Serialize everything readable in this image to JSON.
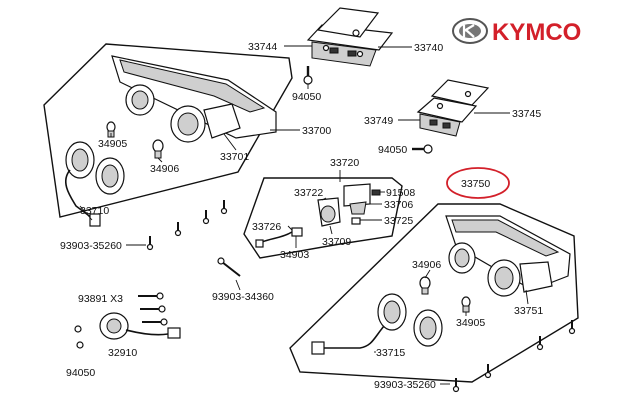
{
  "brand": {
    "name": "KYMCO",
    "color": "#d3202a",
    "logo_icon": "kymco-k-logo-icon"
  },
  "highlight_color": "#d3202a",
  "parts": {
    "p33744": "33744",
    "p33740": "33740",
    "p94050_top": "94050",
    "p33749": "33749",
    "p33745": "33745",
    "p94050_mid": "94050",
    "p34905_left": "34905",
    "p34906_left": "34906",
    "p33700": "33700",
    "p33701": "33701",
    "p33710": "33710",
    "p93903_35260_left": "93903-35260",
    "p33720": "33720",
    "p33722": "33722",
    "p91508": "91508",
    "p33706": "33706",
    "p33725": "33725",
    "p33726": "33726",
    "p34903": "34903",
    "p33709": "33709",
    "p33750": "33750",
    "p34906_right": "34906",
    "p34905_right": "34905",
    "p33751": "33751",
    "p33715": "33715",
    "p93903_34360": "93903-34360",
    "p93891_x3": "93891  X3",
    "p32910": "32910",
    "p94050_bottom": "94050",
    "p93903_35260_right": "93903-35260"
  }
}
